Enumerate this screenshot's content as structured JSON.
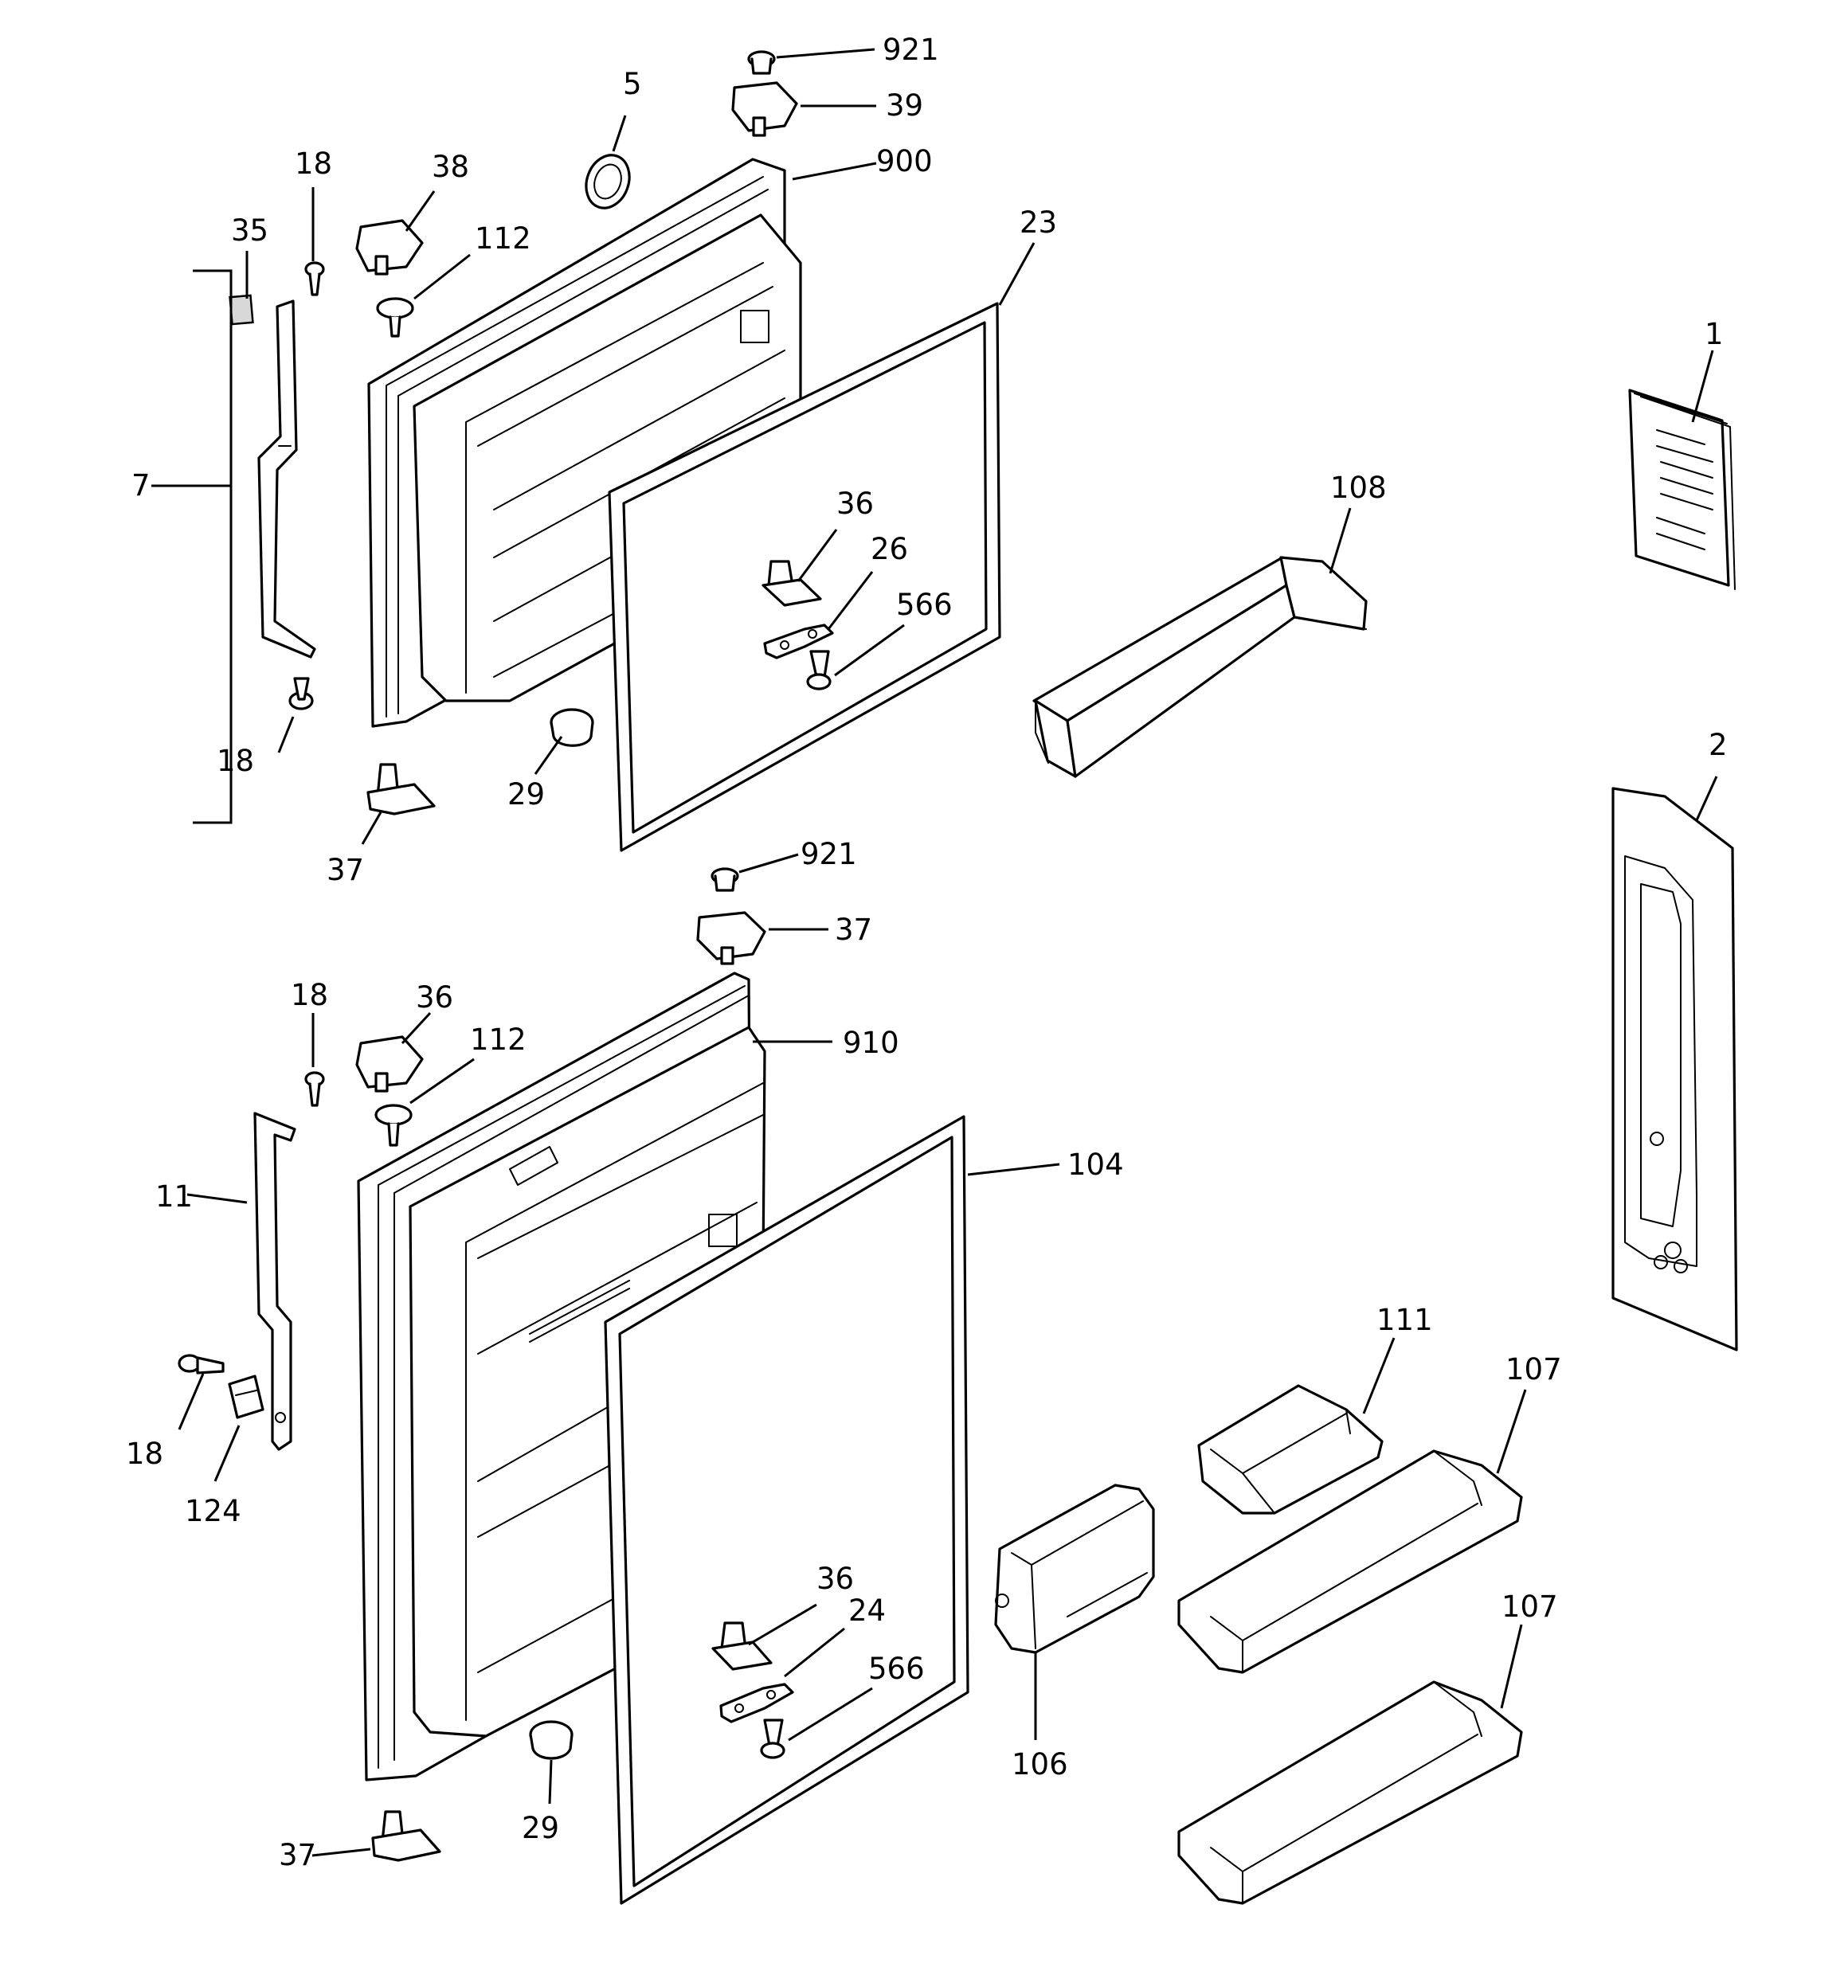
{
  "callouts": {
    "c921a": "921",
    "c39": "39",
    "c5": "5",
    "c900": "900",
    "c38": "38",
    "c18a": "18",
    "c35": "35",
    "c112a": "112",
    "c23": "23",
    "c7": "7",
    "c1": "1",
    "c108": "108",
    "c36a": "36",
    "c26": "26",
    "c566a": "566",
    "c18b": "18",
    "c29a": "29",
    "c37a": "37",
    "c2": "2",
    "c921b": "921",
    "c37b": "37",
    "c18c": "18",
    "c36b": "36",
    "c112b": "112",
    "c910": "910",
    "c104": "104",
    "c11": "11",
    "c18d": "18",
    "c124": "124",
    "c111": "111",
    "c107a": "107",
    "c36c": "36",
    "c24": "24",
    "c566b": "566",
    "c106": "106",
    "c107b": "107",
    "c29b": "29",
    "c37c": "37"
  }
}
